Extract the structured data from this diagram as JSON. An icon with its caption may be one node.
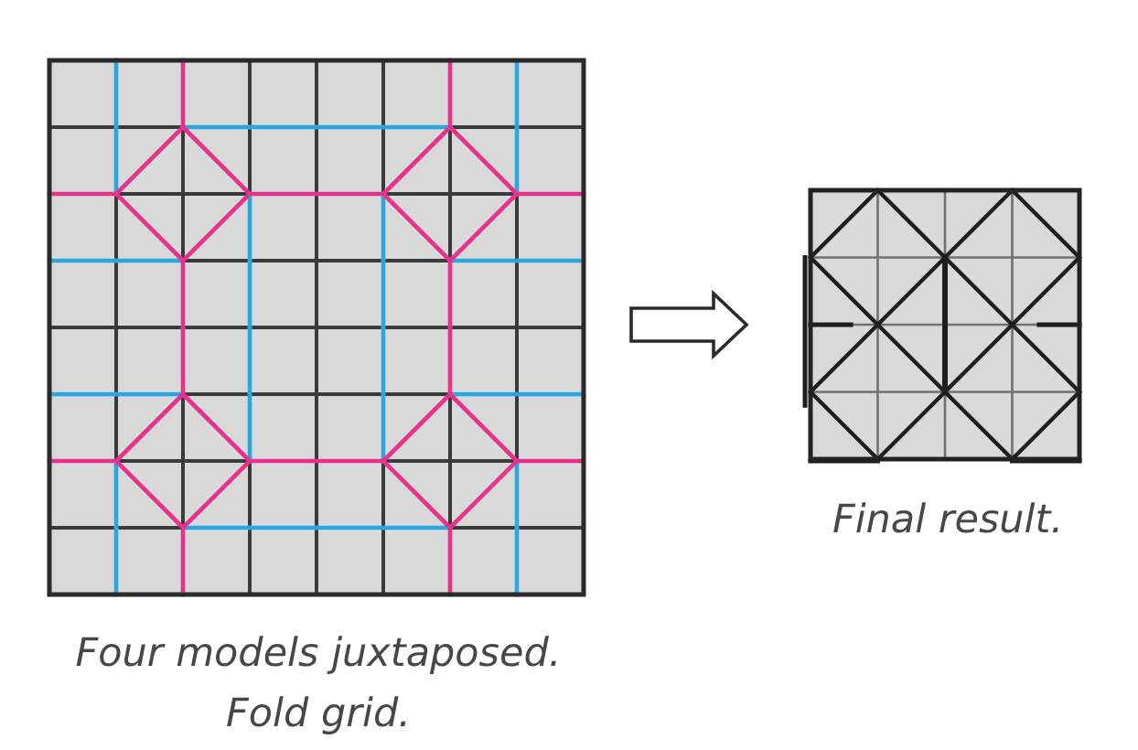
{
  "diagram": {
    "nodes": [
      {
        "text": [],
        "shape": "picture",
        "beside": [
          "Four models juxtaposed. Fold grid."
        ]
      },
      {
        "text": [],
        "shape": "picture",
        "beside": [
          "Final result."
        ]
      }
    ],
    "edges": [
      {
        "from": 0,
        "to": 1,
        "arrow": "to"
      }
    ]
  }
}
